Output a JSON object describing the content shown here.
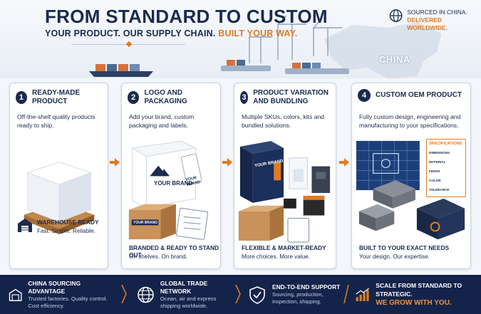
{
  "header": {
    "title": "FROM STANDARD TO CUSTOM",
    "subtitle_main": "YOUR PRODUCT. OUR SUPPLY CHAIN. ",
    "subtitle_accent": "BUILT YOUR WAY.",
    "sourced_line1": "SOURCED IN CHINA.",
    "sourced_line2": "DELIVERED WORLDWIDE.",
    "map_label": "CHINA"
  },
  "cards": [
    {
      "number": "1",
      "title": "READY-MADE PRODUCT",
      "desc": "Off-the-shelf quality products ready to ship.",
      "tag": "WAREHOUSE READY",
      "sub": "Fast. Simple. Reliable."
    },
    {
      "number": "2",
      "title": "LOGO AND PACKAGING",
      "desc": "Add your brand, custom packaging and labels.",
      "tag": "BRANDED & READY TO STAND OUT",
      "sub": "On shelves. On brand.",
      "brand_box": "YOUR BRAND",
      "brand_tag": "YOUR BRAND",
      "brand_small": "YOUR BRAND"
    },
    {
      "number": "3",
      "title": "PRODUCT VARIATION AND BUNDLING",
      "desc": "Multiple SKUs, colors, kits and bundled solutions.",
      "tag": "FLEXIBLE & MARKET-READY",
      "sub": "More choices. More value.",
      "brand_box": "YOUR BRAND"
    },
    {
      "number": "4",
      "title": "CUSTOM OEM PRODUCT",
      "desc": "Fully custom design, engineering and manufacturing to your specifications.",
      "tag": "BUILT TO YOUR EXACT NEEDS",
      "sub": "Your design. Our expertise.",
      "spec_title": "SPECIFICATIONS",
      "spec_rows": [
        "DIMENSIONS",
        "MATERIAL",
        "FINISH",
        "COLOR",
        "TOLERANCE"
      ]
    }
  ],
  "footer": [
    {
      "title": "CHINA SOURCING ADVANTAGE",
      "body": "Trusted factories. Quality control. Cost efficiency."
    },
    {
      "title": "GLOBAL TRADE NETWORK",
      "body": "Ocean, air and express shipping worldwide."
    },
    {
      "title": "END-TO-END SUPPORT",
      "body": "Sourcing, production, inspection, shipping."
    },
    {
      "title": "SCALE FROM STANDARD TO STRATEGIC.",
      "body": "WE GROW WITH YOU."
    }
  ],
  "colors": {
    "navy": "#1b2a4e",
    "accent": "#e07b20",
    "footer_bg": "#14234a"
  }
}
